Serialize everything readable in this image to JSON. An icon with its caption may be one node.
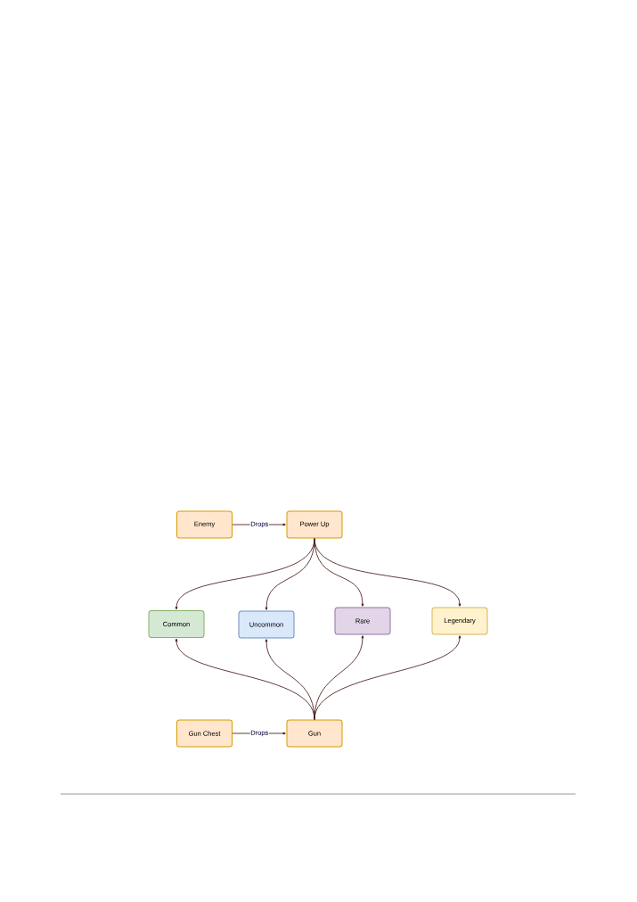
{
  "diagram": {
    "nodes": [
      {
        "text": [
          "Enemy"
        ]
      },
      {
        "text": [
          "Power Up"
        ]
      },
      {
        "text": [
          "Common"
        ]
      },
      {
        "text": [
          "Uncommon"
        ]
      },
      {
        "text": [
          "Rare"
        ]
      },
      {
        "text": [
          "Legendary"
        ]
      },
      {
        "text": [
          "Gun Chest"
        ]
      },
      {
        "text": [
          "Gun"
        ]
      }
    ],
    "edges": [
      {
        "from": 0,
        "to": 1,
        "arrow": "to",
        "label": "Drops"
      },
      {
        "from": 1,
        "to": 2,
        "arrow": "to"
      },
      {
        "from": 1,
        "to": 3,
        "arrow": "to"
      },
      {
        "from": 1,
        "to": 4,
        "arrow": "to"
      },
      {
        "from": 1,
        "to": 5,
        "arrow": "to"
      },
      {
        "from": 7,
        "to": 2,
        "arrow": "to"
      },
      {
        "from": 7,
        "to": 3,
        "arrow": "to"
      },
      {
        "from": 7,
        "to": 4,
        "arrow": "to"
      },
      {
        "from": 7,
        "to": 5,
        "arrow": "to"
      },
      {
        "from": 6,
        "to": 7,
        "arrow": "to",
        "label": "Drops"
      }
    ]
  }
}
